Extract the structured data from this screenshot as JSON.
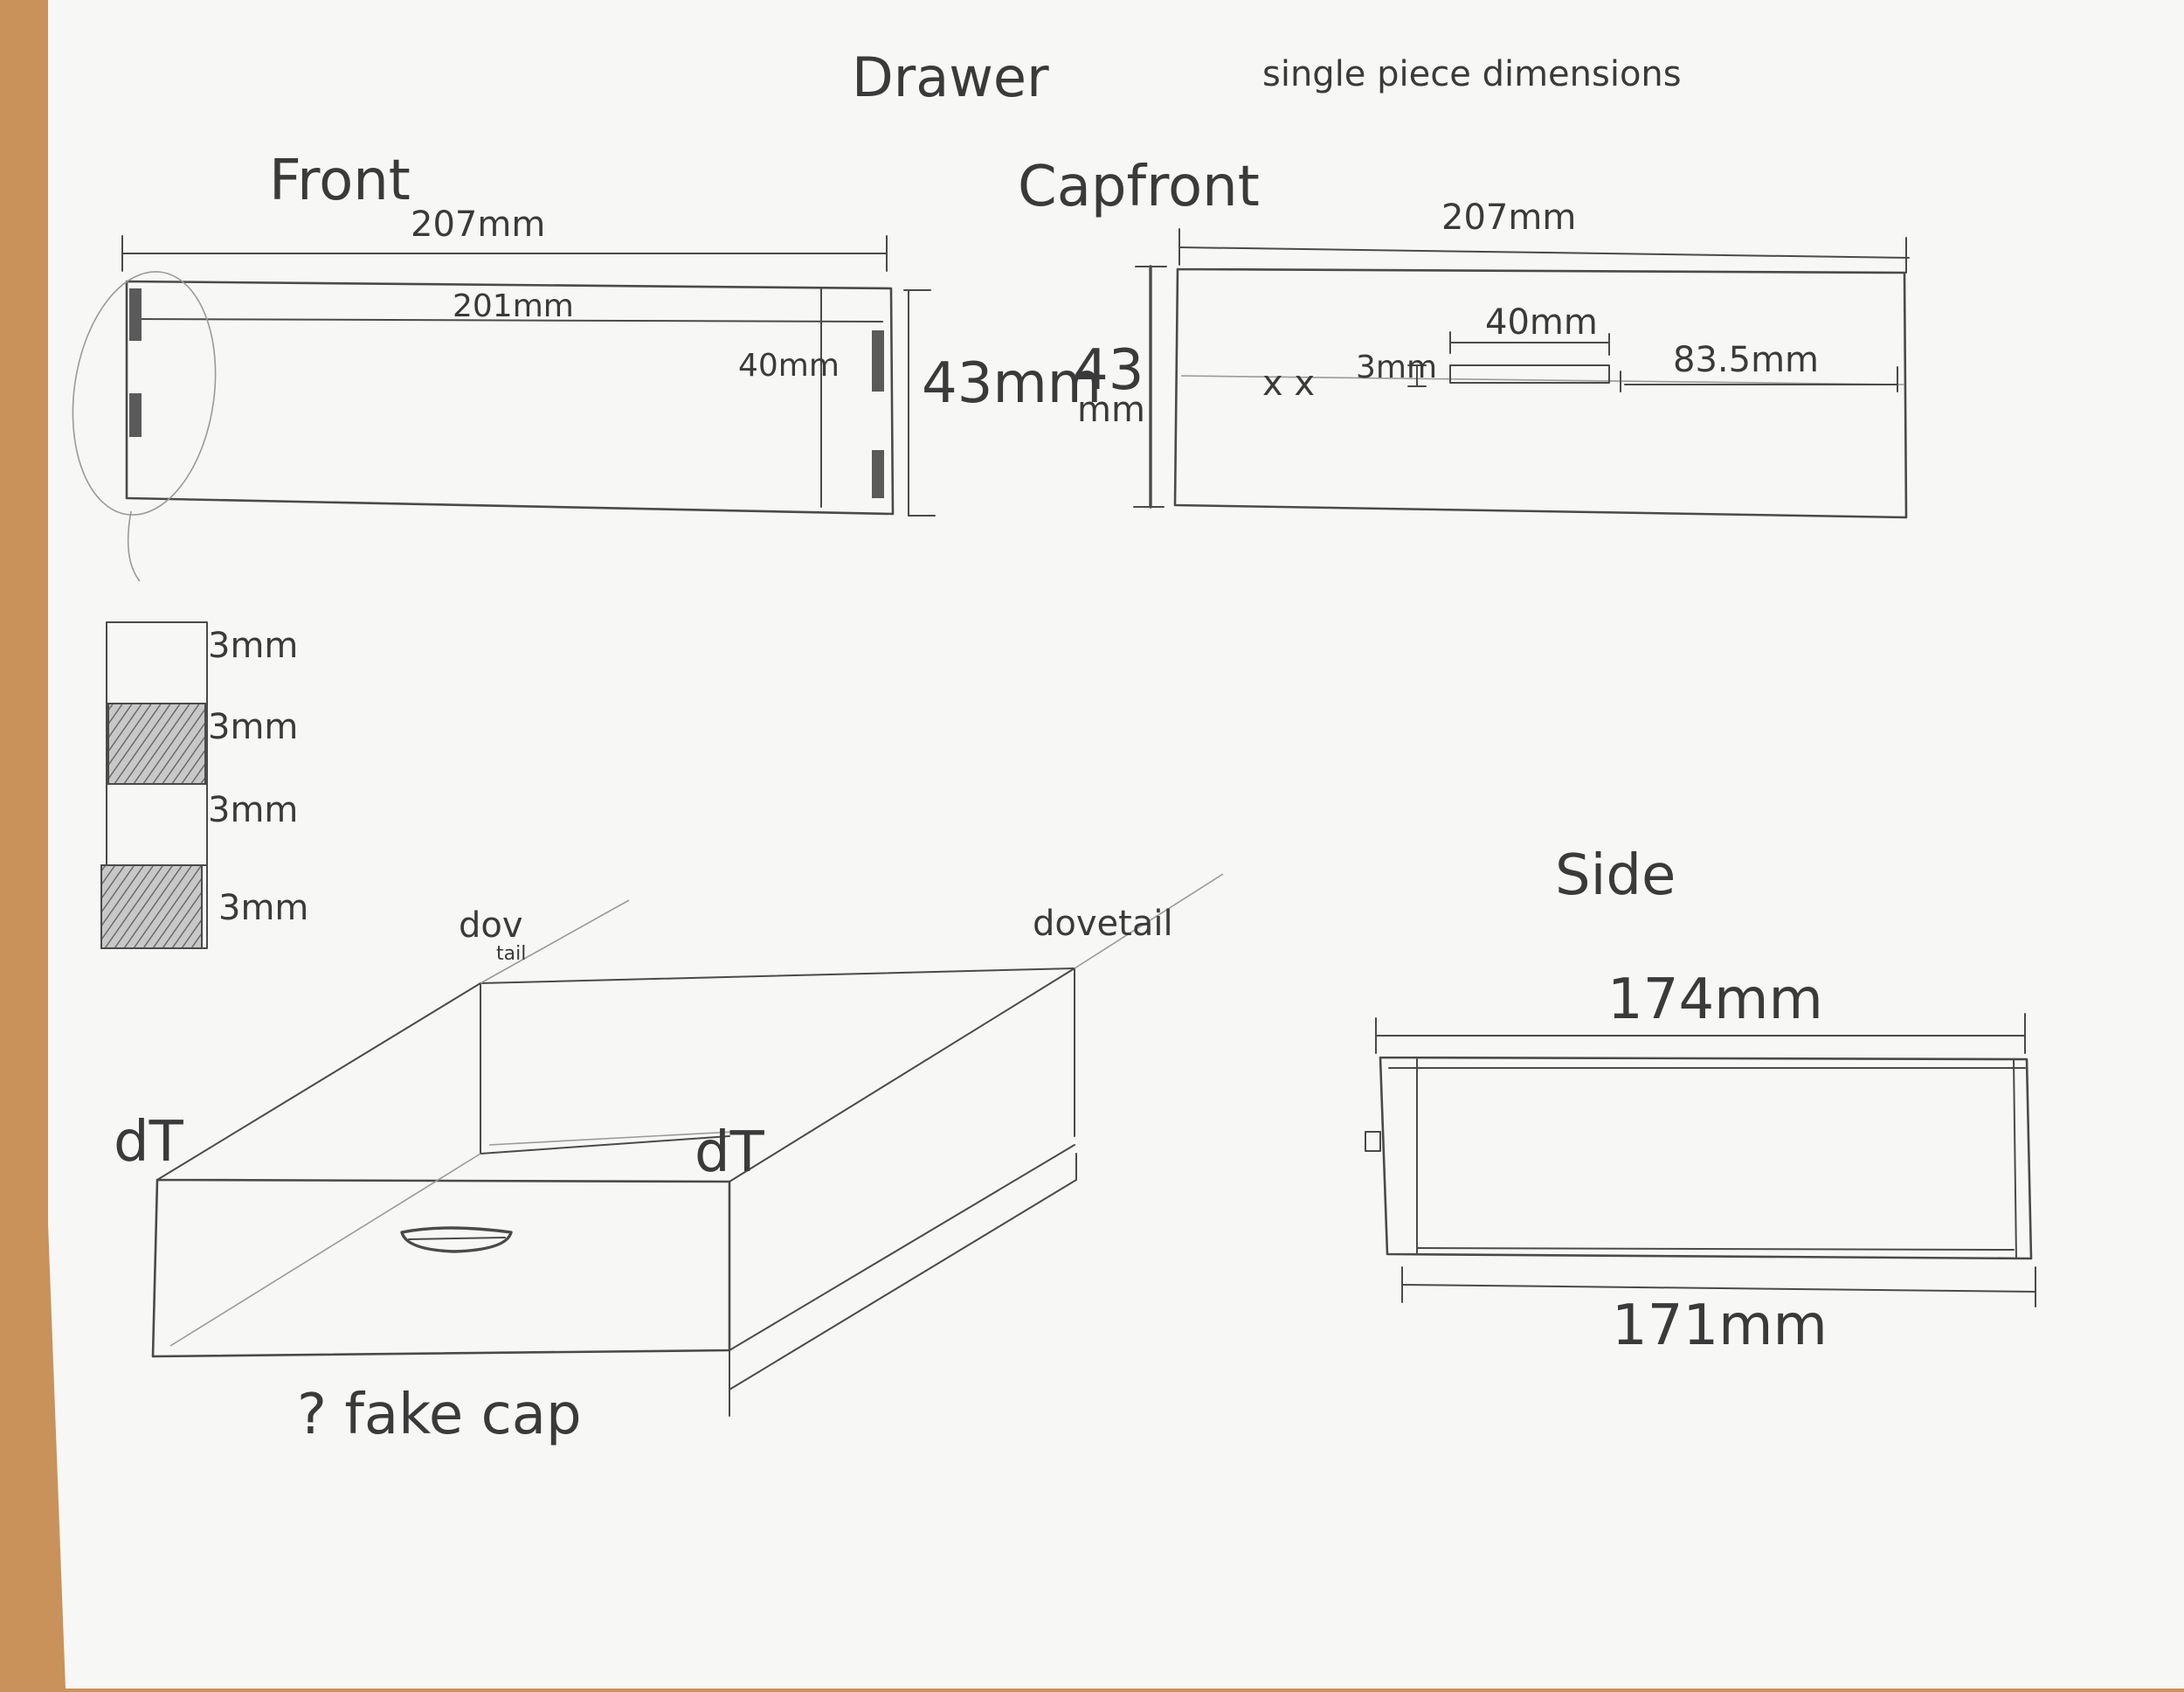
{
  "sheet": {
    "title": "Drawer",
    "subtitle": "single piece dimensions"
  },
  "front": {
    "label": "Front",
    "width_top": "207mm",
    "width_inner": "201mm",
    "height_inner": "40mm",
    "height_outer": "43mm"
  },
  "layers": {
    "items": [
      "3mm",
      "3mm",
      "3mm",
      "3mm"
    ]
  },
  "capfront": {
    "label": "Capfront",
    "width": "207mm",
    "height_num": "43",
    "height_unit": "mm",
    "handle_width": "40mm",
    "handle_height": "3mm",
    "offset": "83.5mm",
    "marks": "x x"
  },
  "iso": {
    "dovetail_rear_left_top": "dov",
    "dovetail_rear_left_bottom": "tail",
    "dovetail_rear_right": "dovetail",
    "dt_front_left": "dT",
    "dt_front_right": "dT",
    "fake_cap": "? fake cap"
  },
  "side": {
    "label": "Side",
    "width_top": "174mm",
    "width_bottom": "171mm"
  }
}
